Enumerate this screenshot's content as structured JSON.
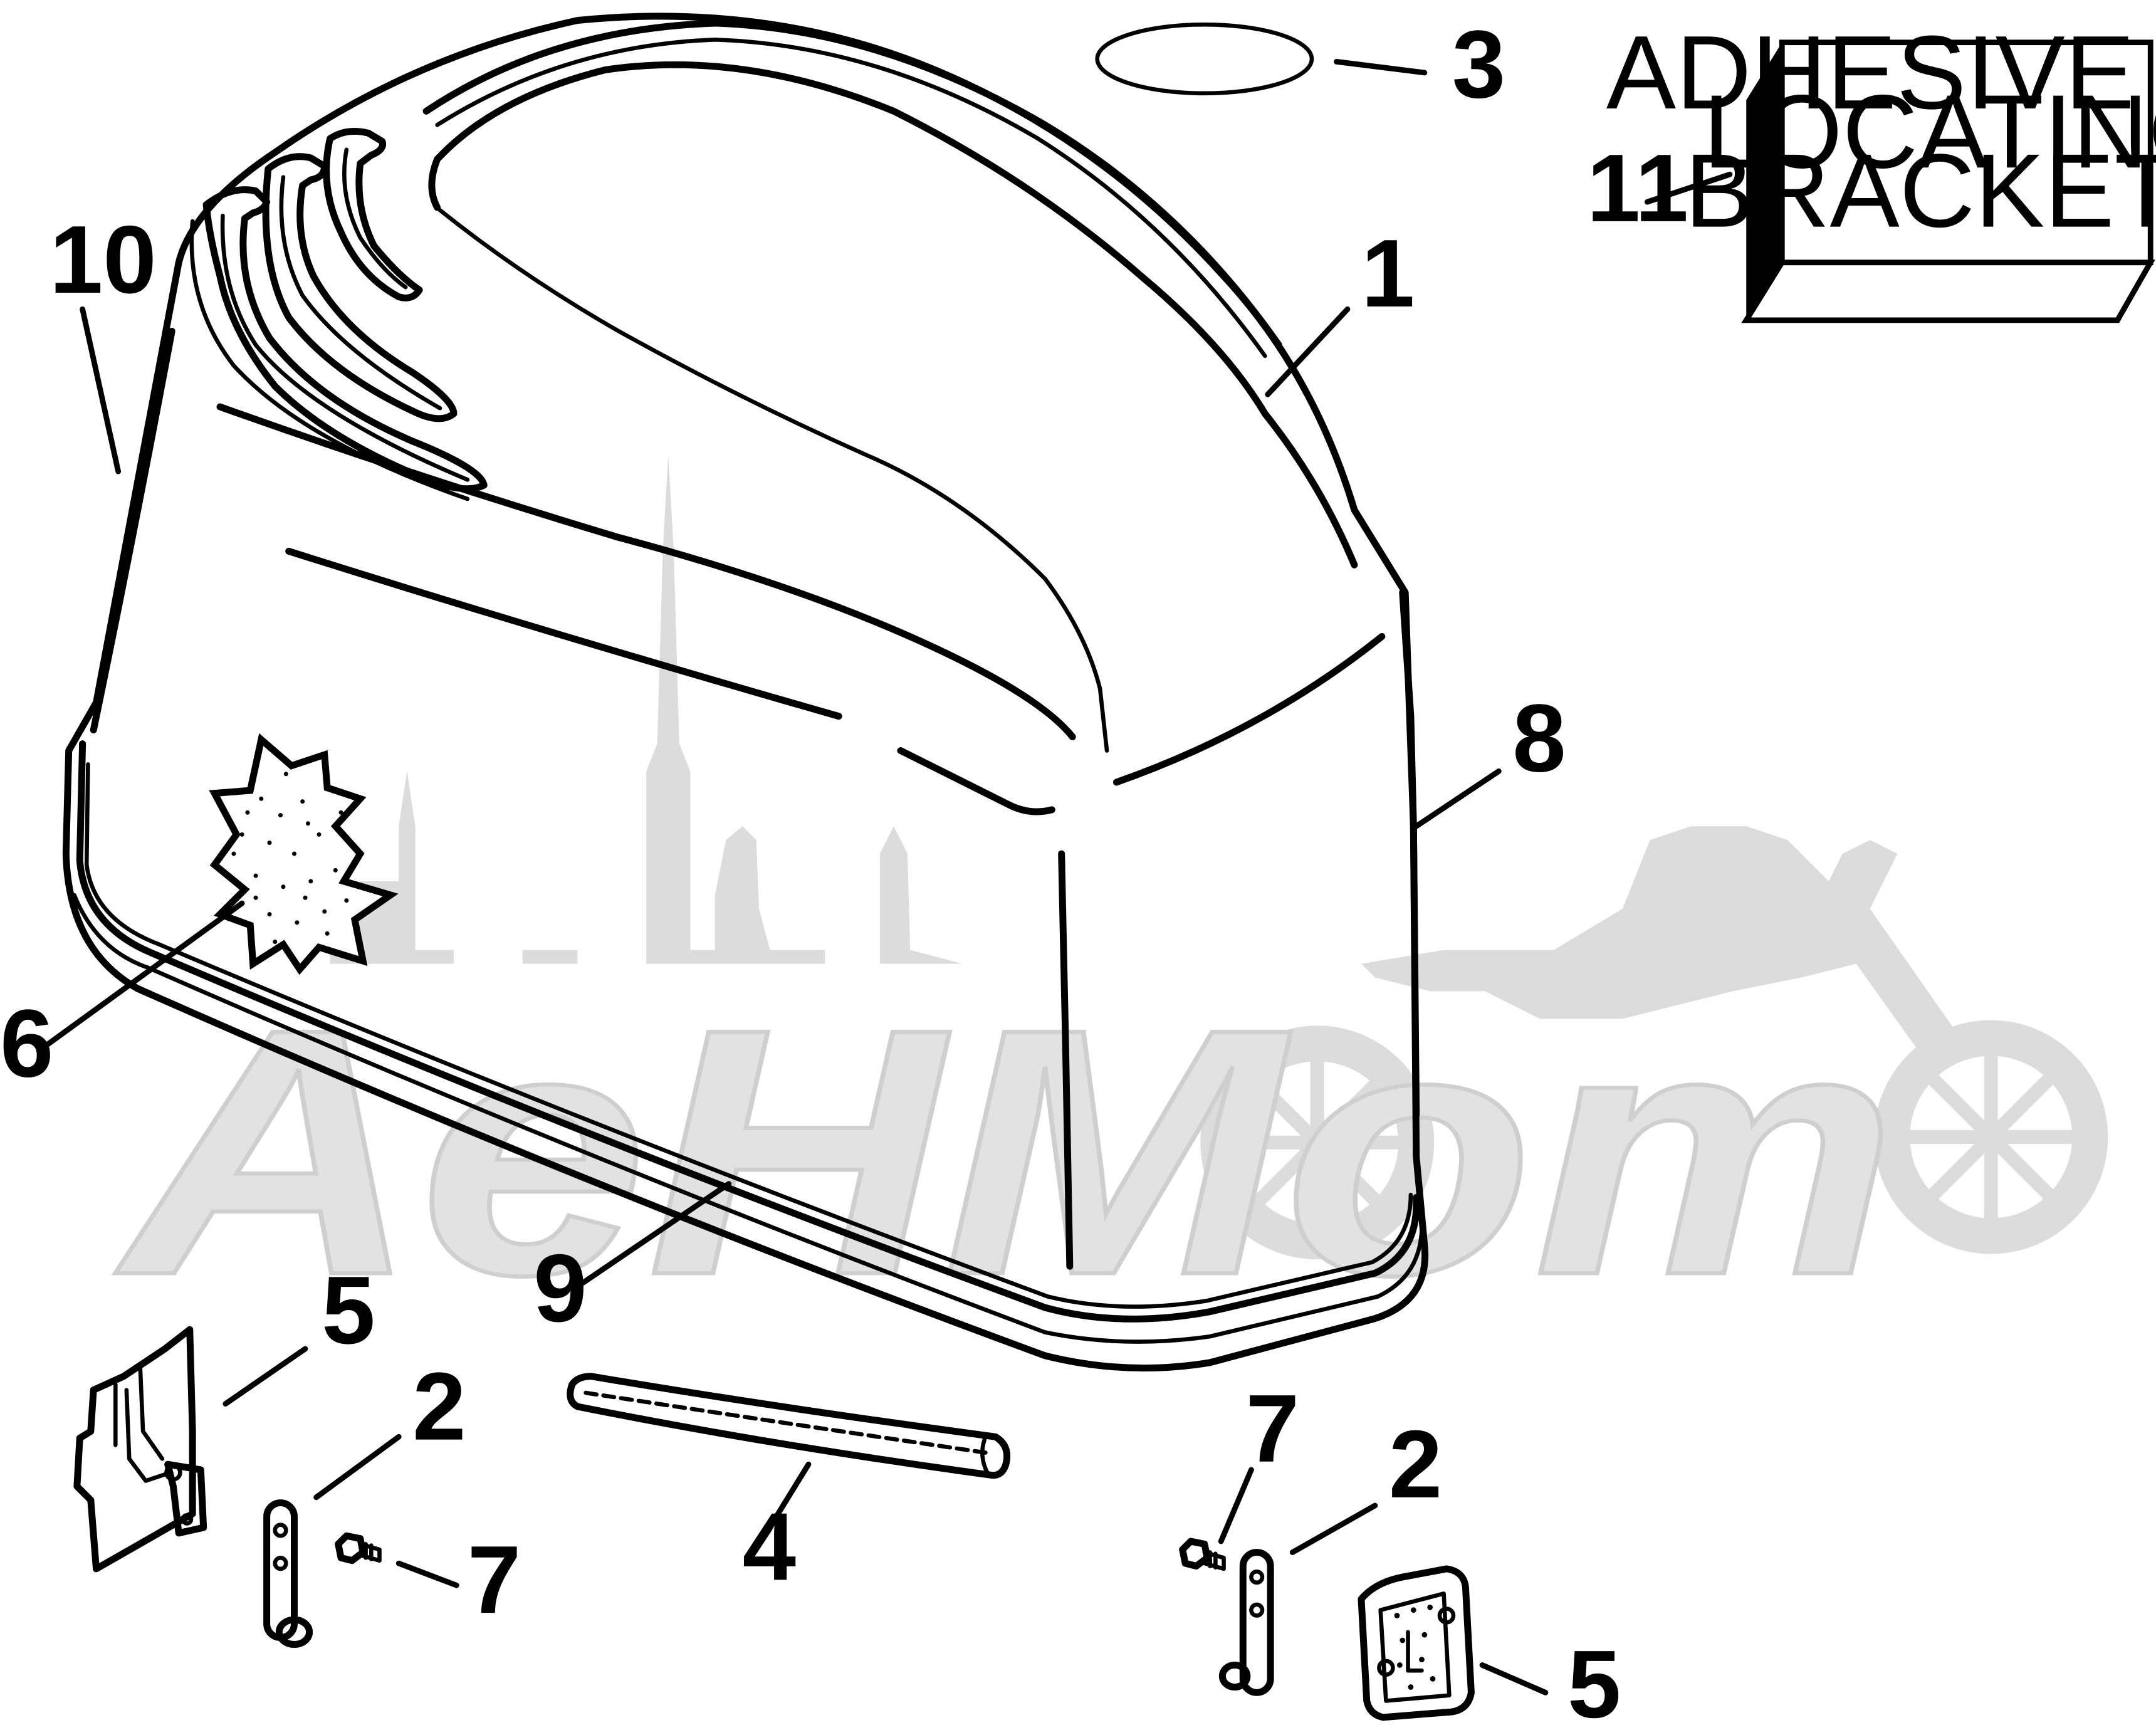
{
  "diagram": {
    "watermark_text": "AeHMom",
    "box_label_lines": [
      "ADHESIVE KIT",
      "LOCATING",
      "BRACKETS"
    ],
    "callouts": {
      "c1": "1",
      "c2a": "2",
      "c2b": "2",
      "c3": "3",
      "c4": "4",
      "c5a": "5",
      "c5b": "5",
      "c6": "6",
      "c7a": "7",
      "c7b": "7",
      "c8": "8",
      "c9": "9",
      "c10": "10",
      "c11": "11"
    },
    "parts": [
      {
        "id": "1",
        "name": "engine-cover"
      },
      {
        "id": "2",
        "name": "bracket-link"
      },
      {
        "id": "3",
        "name": "oval-decal"
      },
      {
        "id": "4",
        "name": "seal-strip"
      },
      {
        "id": "5",
        "name": "latch-bracket"
      },
      {
        "id": "6",
        "name": "adhesive-pad"
      },
      {
        "id": "7",
        "name": "screw"
      },
      {
        "id": "8",
        "name": "side-edge"
      },
      {
        "id": "9",
        "name": "bottom-trim"
      },
      {
        "id": "10",
        "name": "cover-left-edge"
      },
      {
        "id": "11",
        "name": "adhesive-kit-box"
      }
    ],
    "colors": {
      "line": "#000000",
      "watermark": "#dcdcdc",
      "background": "#ffffff"
    }
  }
}
